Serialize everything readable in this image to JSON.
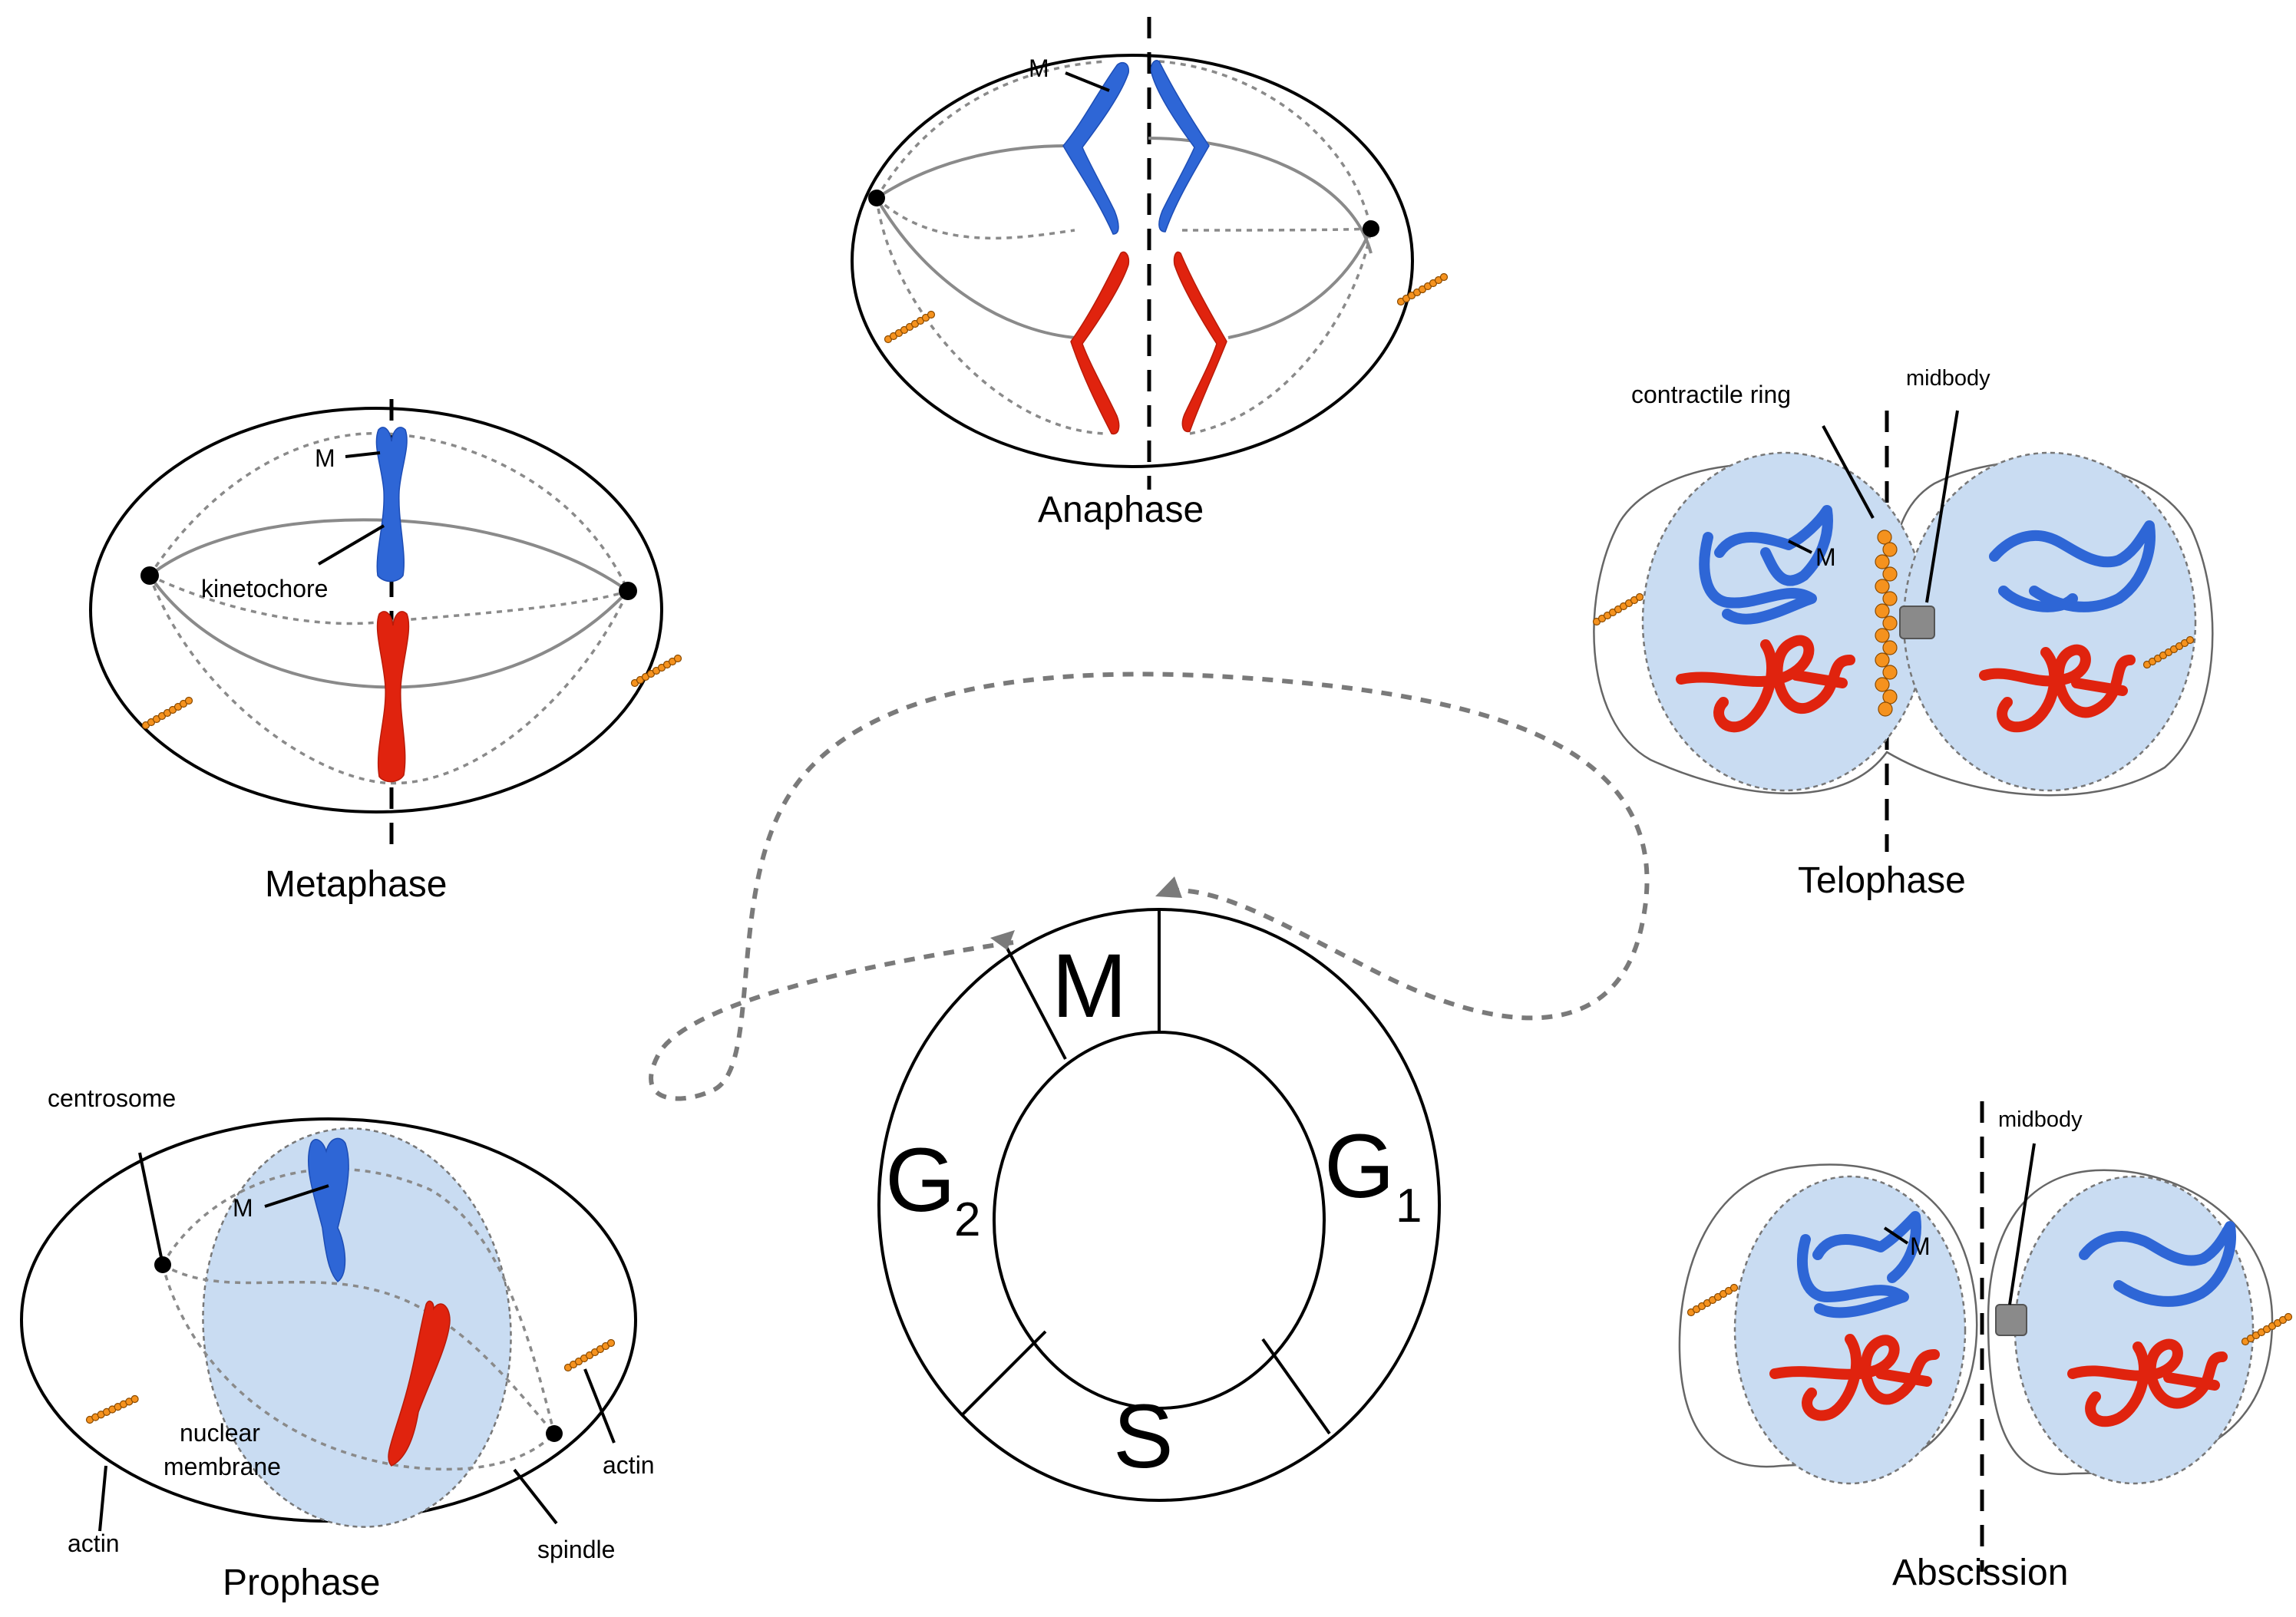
{
  "cycle": {
    "phases": {
      "m": "M",
      "g1": "G",
      "g1_sub": "1",
      "g2": "G",
      "g2_sub": "2",
      "s": "S"
    }
  },
  "stages": {
    "prophase": "Prophase",
    "metaphase": "Metaphase",
    "anaphase": "Anaphase",
    "telophase": "Telophase",
    "abscission": "Abscission"
  },
  "labels": {
    "centrosome": "centrosome",
    "m_marker": "M",
    "nuclear_membrane_line1": "nuclear",
    "nuclear_membrane_line2": "membrane",
    "actin": "actin",
    "spindle": "spindle",
    "kinetochore": "kinetochore",
    "contractile_ring": "contractile ring",
    "midbody": "midbody"
  },
  "colors": {
    "chromosome_maternal": "#2e66d6",
    "chromosome_paternal": "#e0230e",
    "actin": "#f5921e",
    "nucleus": "#c9dcf2"
  }
}
